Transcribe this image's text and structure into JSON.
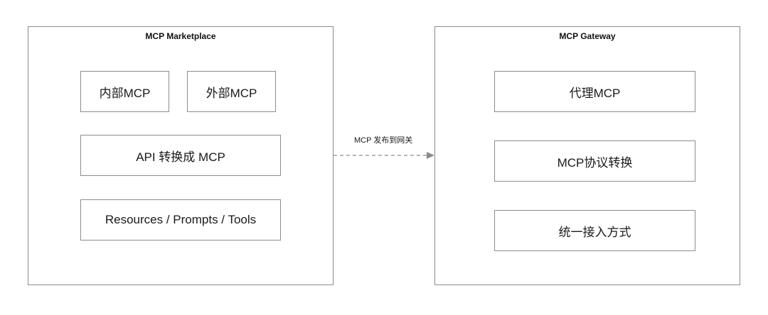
{
  "marketplace": {
    "title": "MCP Marketplace",
    "internal_label": "内部MCP",
    "external_label": "外部MCP",
    "api_convert_label": "API 转换成 MCP",
    "resources_label": "Resources / Prompts / Tools"
  },
  "connector": {
    "label": "MCP 发布到网关"
  },
  "gateway": {
    "title": "MCP Gateway",
    "proxy_label": "代理MCP",
    "protocol_label": "MCP协议转换",
    "access_label": "统一接入方式"
  },
  "colors": {
    "border": "#8c8c8c",
    "arrow": "#8c8c8c",
    "text": "#1a1a1a"
  }
}
